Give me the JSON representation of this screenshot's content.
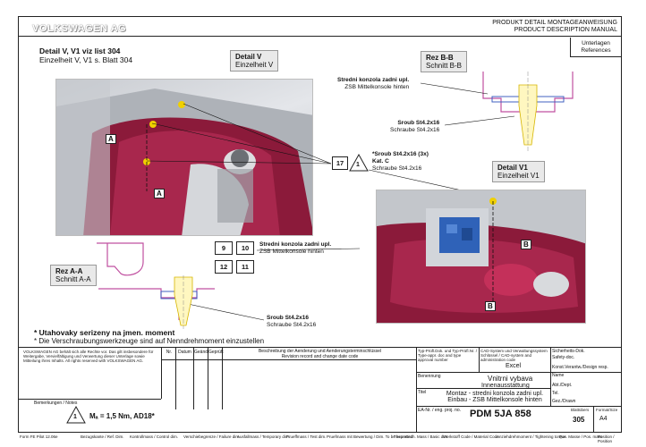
{
  "header": {
    "brand": "VOLKSWAGEN AG",
    "title_de": "PRODUKT DETAIL MONTAGEANWEISUNG",
    "title_en": "PRODUCT DESCRIPTION MANUAL",
    "refs_de": "Unterlagen",
    "refs_en": "References"
  },
  "detail_title": {
    "line1": "Detail V, V1 viz list 304",
    "line2": "Einzelheit V, V1 s. Blatt 304"
  },
  "labels": {
    "detail_v_cz": "Detail V",
    "detail_v_de": "Einzelheit V",
    "rez_bb_cz": "Rez B-B",
    "rez_bb_de": "Schnitt B-B",
    "detail_v1_cz": "Detail V1",
    "detail_v1_de": "Einzelheit V1",
    "rez_aa_cz": "Rez A-A",
    "rez_aa_de": "Schnitt A-A",
    "marker_a": "A",
    "marker_b": "B"
  },
  "notes": {
    "konzola_cz": "Stredni konzola zadni upl.",
    "konzola_de": "ZSB Mittelkonsole hinten",
    "screw_top_cz": "Sroub St4.2x16",
    "screw_top_de": "Schraube St4.2x16",
    "screw_main_cz": "*Sroub St4.2x16 (3x)",
    "screw_main_kat": "Kat. C",
    "screw_main_de": "Schraube St4.2x16",
    "konzola2_cz": "Stredni konzola zadni upl.",
    "konzola2_de": "ZSB Mittelkonsole hinten",
    "screw_bottom_cz": "Sroub St4.2x16",
    "screw_bottom_de": "Schraube St4.2x16"
  },
  "callouts": {
    "c17": "17",
    "c1": "1",
    "c9": "9",
    "c10": "10",
    "c12": "12",
    "c11": "11"
  },
  "bottom_note": {
    "line1": "* Utahovaky serizeny na jmen. moment",
    "line2": "* Die Verschraubungswerkzeuge sind auf Nenndrehmoment einzustellen"
  },
  "title_block": {
    "col_nr": "Nr.",
    "col_datum": "Datum",
    "col_geaend": "Geänd.",
    "col_gepr": "Geprüft",
    "revision_de": "Beschreibung der Aenderung und Aenderungsterminschlüssel",
    "revision_en": "Revision record and change date code",
    "bemerkungen": "Bemerkungen / Notes",
    "torque_tri": "1",
    "torque_text": "Mₐ = 1,5 Nm, AD18*",
    "typ_label": "Typ-Prüfl.Dok. und Typ-Prüfl.Nr. / Type-appr. doc and type approval number",
    "cad_label": "CAD-System und Verwaltungssystem Schlüssel / CAD-system and administration code",
    "cad_value": "Excel",
    "benennung": "Benennung",
    "name_cz": "Vnitrni vybava",
    "name_de": "Innenausstattung",
    "titel": "Titel",
    "title_cz": "Montaz - stredni konzola zadni upl.",
    "title_de": "Einbau - ZSB Mittelkonsole hinten",
    "ea_label": "EA-Nr. / eng. proj. no.",
    "pdm": "PDM 5JA 858",
    "sicherheit": "Sicherheits-Dok.",
    "safety": "Safety-doc.",
    "konst": "Konst.Verantw./Design resp.",
    "name_lbl": "Name",
    "abt": "Abt./Dept.",
    "tel": "Tel.",
    "gez": "Gez./Drawn",
    "blatt_label": "Blattübers",
    "blatt": "305",
    "format_label": "Format/Size",
    "format": "A4"
  },
  "legend": {
    "form": "Form FE Pilot 12.06e",
    "items": [
      "Bezugskante / Ref. Dim.",
      "Kontrollmass / Control dim.",
      "Verschiebegrenze / Failure dim.",
      "Ausfallmass / Temporary dim.",
      "Prueffmass / Test dim.",
      "Pruefmass mit Bewertung / Dim. To be expected",
      "Theoretisch. Mass / Basic dim.",
      "Werkstoff Code / Material Code",
      "Anziehdrehmoment / Tightening torque",
      "Pos. Masse / Pos. mass",
      "Position / Position"
    ]
  }
}
